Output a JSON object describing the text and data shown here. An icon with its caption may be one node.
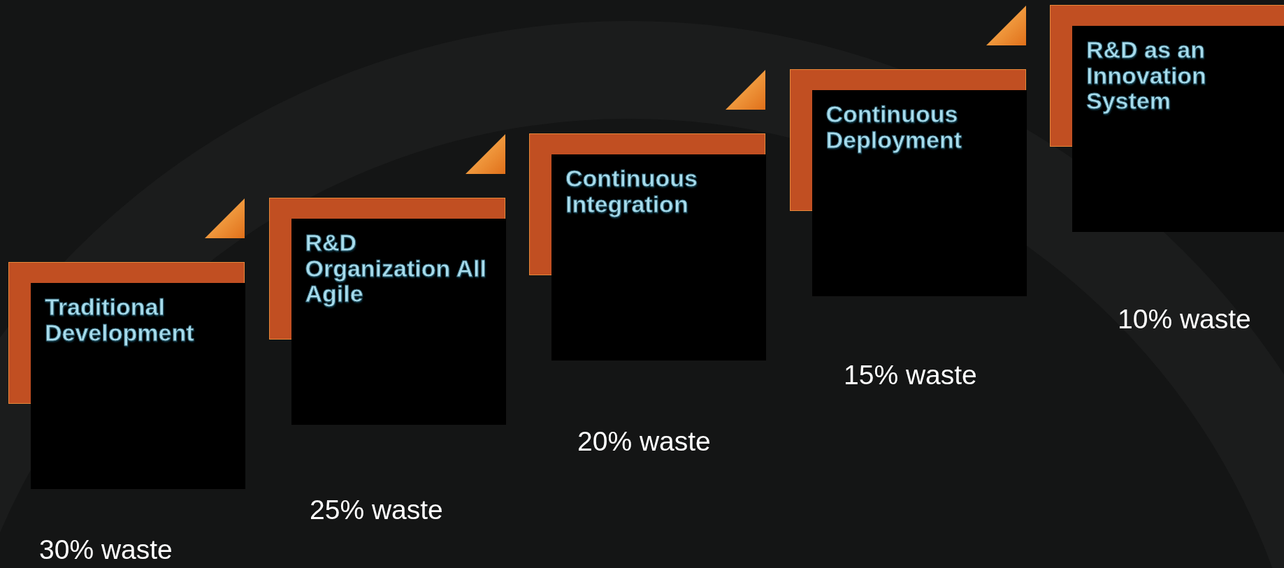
{
  "diagram": {
    "nodes": [
      {
        "text": [
          "Traditional Development"
        ],
        "beside": [
          "30% waste"
        ]
      },
      {
        "text": [
          "R&D Organization All Agile"
        ],
        "beside": [
          "25% waste"
        ]
      },
      {
        "text": [
          "Continuous Integration"
        ],
        "beside": [
          "20% waste"
        ]
      },
      {
        "text": [
          "Continuous Deployment"
        ],
        "beside": [
          "15% waste"
        ]
      },
      {
        "text": [
          "R&D as an Innovation System"
        ],
        "beside": [
          "10% waste"
        ]
      }
    ]
  }
}
